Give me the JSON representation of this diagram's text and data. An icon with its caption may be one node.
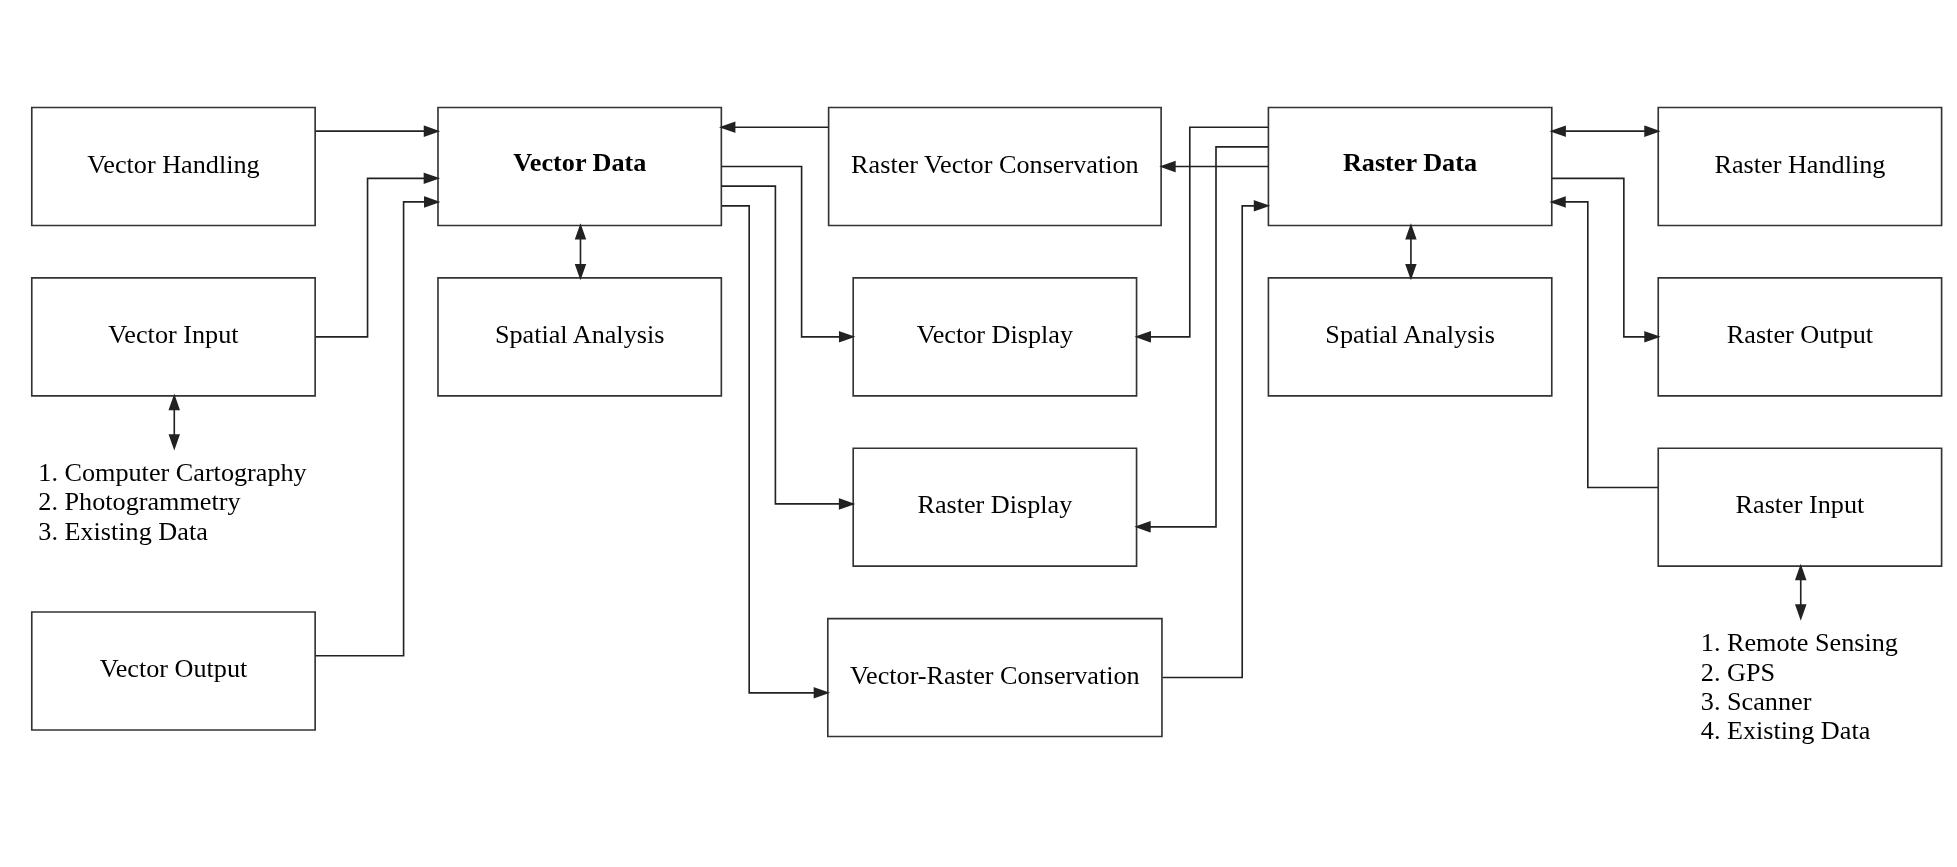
{
  "diagram": {
    "nodes": [
      {
        "text": [
          "Vector Handling"
        ]
      },
      {
        "text": [
          "Vector Input"
        ]
      },
      {
        "text": [
          "Vector Output"
        ]
      },
      {
        "text": [
          "Vector Data"
        ]
      },
      {
        "text": [
          "Raster Vector Conservation"
        ]
      },
      {
        "text": [
          "Vector Display"
        ]
      },
      {
        "text": [
          "Raster Display"
        ]
      },
      {
        "text": [
          "Vector-Raster Conservation"
        ]
      },
      {
        "text": [
          "Spatial Analysis"
        ]
      },
      {
        "text": [
          "Raster Data"
        ]
      },
      {
        "text": [
          "Spatial Analysis"
        ]
      },
      {
        "text": [
          "Raster Handling"
        ]
      },
      {
        "text": [
          "Raster Input"
        ]
      },
      {
        "text": [
          "Raster Output"
        ]
      },
      {
        "text": [
          "1. Computer Cartography",
          "2. Photogrammetry",
          "3. Existing Data"
        ]
      },
      {
        "text": [
          "1. Remote Sensing",
          "2. GPS",
          "3. Scanner",
          "4. Existing Data"
        ]
      }
    ],
    "edges": [
      {
        "from": 0,
        "to": 3,
        "arrow": "to"
      },
      {
        "from": 1,
        "to": 3,
        "arrow": "to"
      },
      {
        "from": 2,
        "to": 3,
        "arrow": "to"
      },
      {
        "from": 3,
        "to": 8,
        "arrow": "both"
      },
      {
        "from": 4,
        "to": 3,
        "arrow": "to"
      },
      {
        "from": 3,
        "to": 5,
        "arrow": "to"
      },
      {
        "from": 3,
        "to": 6,
        "arrow": "to"
      },
      {
        "from": 3,
        "to": 7,
        "arrow": "to"
      },
      {
        "from": 9,
        "to": 4,
        "arrow": "to"
      },
      {
        "from": 9,
        "to": 5,
        "arrow": "to"
      },
      {
        "from": 9,
        "to": 6,
        "arrow": "to"
      },
      {
        "from": 7,
        "to": 9,
        "arrow": "to"
      },
      {
        "from": 9,
        "to": 10,
        "arrow": "both"
      },
      {
        "from": 9,
        "to": 11,
        "arrow": "both"
      },
      {
        "from": 12,
        "to": 9,
        "arrow": "to"
      },
      {
        "from": 9,
        "to": 13,
        "arrow": "to"
      },
      {
        "from": 1,
        "to": 14,
        "arrow": "both"
      },
      {
        "from": 12,
        "to": 15,
        "arrow": "both"
      }
    ]
  }
}
